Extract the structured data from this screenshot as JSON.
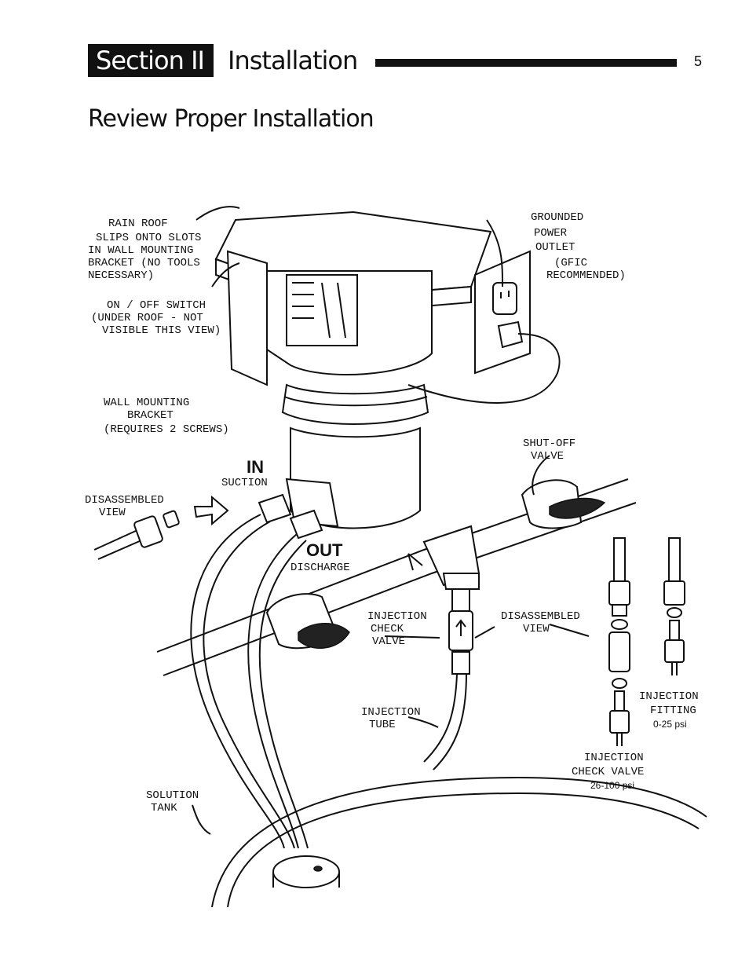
{
  "header": {
    "section_label": "Section II",
    "section_title": "Installation",
    "page_number": "5"
  },
  "page_title": "Review Proper Installation",
  "diagram": {
    "labels": {
      "rain_roof_title": "RAIN ROOF",
      "rain_roof_1": "SLIPS ONTO SLOTS",
      "rain_roof_2": "IN WALL MOUNTING",
      "rain_roof_3": "BRACKET (NO TOOLS",
      "rain_roof_4": "NECESSARY)",
      "onoff_1": "ON / OFF SWITCH",
      "onoff_2": "(UNDER ROOF - NOT",
      "onoff_3": "VISIBLE THIS VIEW)",
      "bracket_1": "WALL MOUNTING",
      "bracket_2": "BRACKET",
      "bracket_3": "(REQUIRES 2 SCREWS)",
      "outlet_1": "GROUNDED",
      "outlet_2": "POWER",
      "outlet_3": "OUTLET",
      "outlet_4": "(GFIC",
      "outlet_5": "RECOMMENDED)",
      "in": "IN",
      "suction": "SUCTION",
      "out": "OUT",
      "discharge": "DISCHARGE",
      "disassembled_1": "DISASSEMBLED",
      "disassembled_2": "VIEW",
      "shutoff_1": "SHUT-OFF",
      "shutoff_2": "VALVE",
      "injcheck_1": "INJECTION",
      "injcheck_2": "CHECK",
      "injcheck_3": "VALVE",
      "disassembled2_1": "DISASSEMBLED",
      "disassembled2_2": "VIEW",
      "injtube_1": "INJECTION",
      "injtube_2": "TUBE",
      "injfitting_1": "INJECTION",
      "injfitting_2": "FITTING",
      "injfitting_psi": "0-25 psi",
      "injcv_1": "INJECTION",
      "injcv_2": "CHECK VALVE",
      "injcv_psi": "26-100 psi",
      "tank_1": "SOLUTION",
      "tank_2": "TANK"
    }
  }
}
